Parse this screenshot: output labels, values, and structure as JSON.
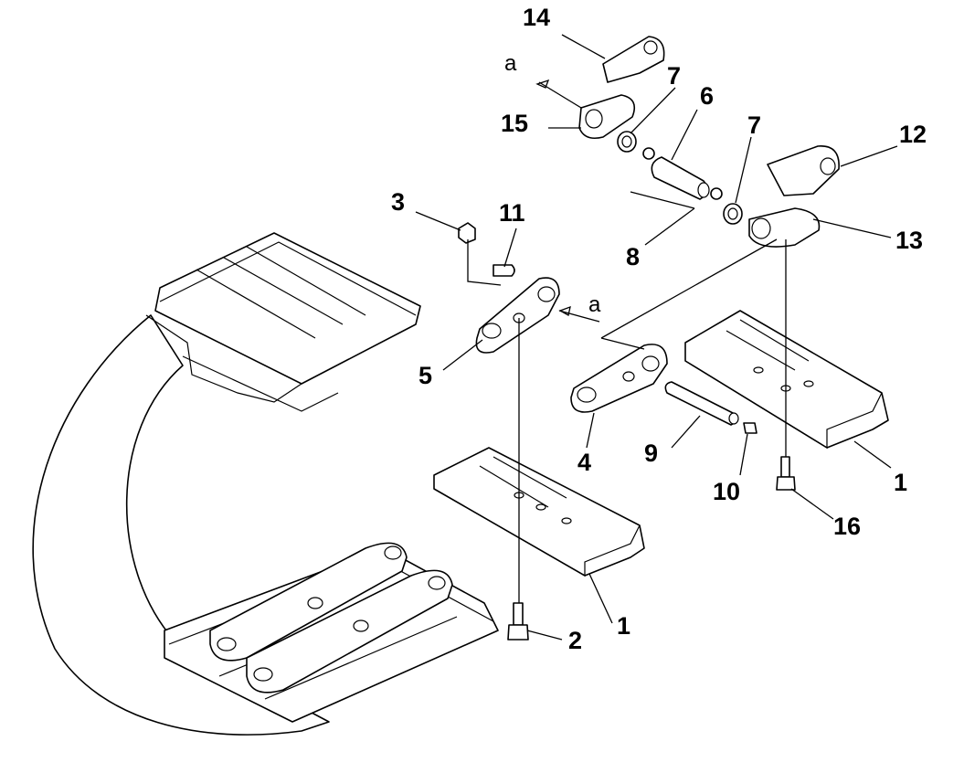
{
  "callouts": {
    "c14": "14",
    "c7a": "7",
    "c6": "6",
    "c7b": "7",
    "c12": "12",
    "c15": "15",
    "c3": "3",
    "c11": "11",
    "c13": "13",
    "c8": "8",
    "c5": "5",
    "c4": "4",
    "c9": "9",
    "c1a": "1",
    "c10": "10",
    "c16": "16",
    "c1b": "1",
    "c2": "2"
  },
  "reference_marks": {
    "a_top": "a",
    "a_mid": "a"
  }
}
